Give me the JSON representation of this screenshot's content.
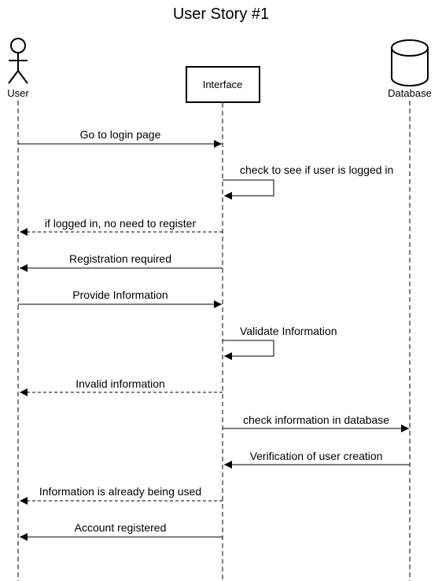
{
  "title": "User Story #1",
  "participants": {
    "user": {
      "label": "User",
      "icon": "actor-stick-figure-icon"
    },
    "interface": {
      "label": "Interface"
    },
    "database": {
      "label": "Database",
      "icon": "database-cylinder-icon"
    }
  },
  "messages": [
    {
      "from": "user",
      "to": "interface",
      "style": "solid",
      "label": "Go to login page"
    },
    {
      "from": "interface",
      "to": "interface",
      "style": "solid",
      "label": "check to see if user is logged in"
    },
    {
      "from": "interface",
      "to": "user",
      "style": "dashed",
      "label": "if logged in, no need to register"
    },
    {
      "from": "interface",
      "to": "user",
      "style": "solid",
      "label": "Registration required"
    },
    {
      "from": "user",
      "to": "interface",
      "style": "solid",
      "label": "Provide Information"
    },
    {
      "from": "interface",
      "to": "interface",
      "style": "solid",
      "label": "Validate Information"
    },
    {
      "from": "interface",
      "to": "user",
      "style": "dashed",
      "label": "Invalid information"
    },
    {
      "from": "interface",
      "to": "database",
      "style": "solid",
      "label": "check information in database"
    },
    {
      "from": "database",
      "to": "interface",
      "style": "solid",
      "label": "Verification of user creation"
    },
    {
      "from": "interface",
      "to": "user",
      "style": "dashed",
      "label": "Information is already being used"
    },
    {
      "from": "interface",
      "to": "user",
      "style": "solid",
      "label": "Account registered"
    }
  ]
}
